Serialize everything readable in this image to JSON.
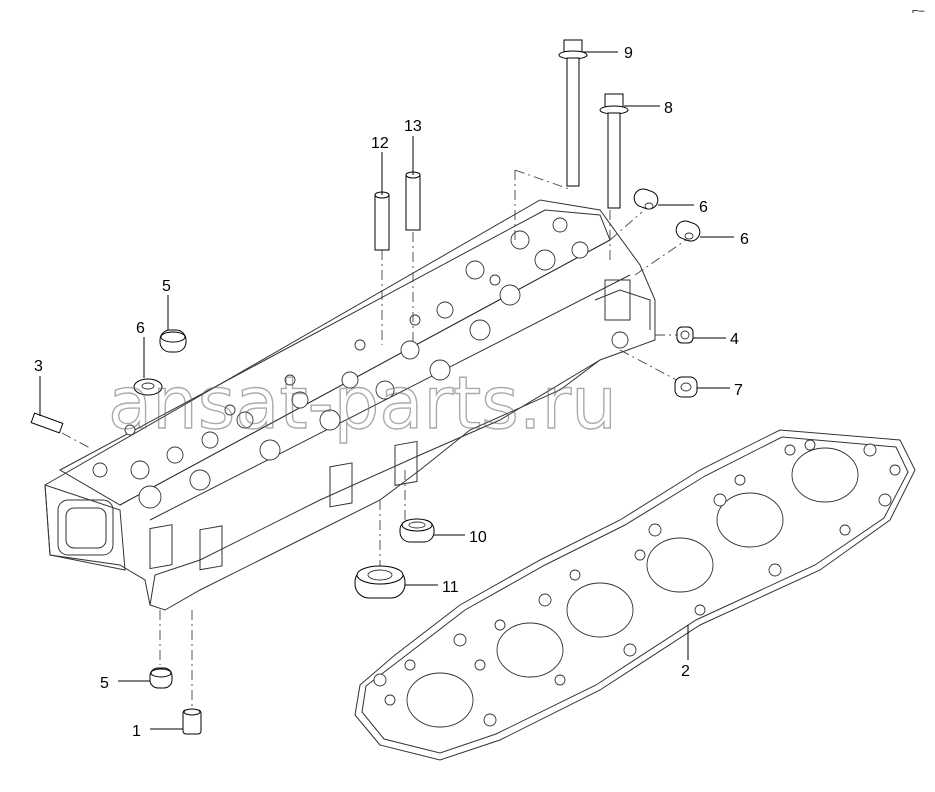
{
  "watermark": "ansat-parts.ru",
  "corner_mark": "⌐–",
  "callouts": {
    "c1": "1",
    "c2": "2",
    "c3": "3",
    "c4": "4",
    "c5a": "5",
    "c5b": "5",
    "c6a": "6",
    "c6b": "6",
    "c6c": "6",
    "c7": "7",
    "c8": "8",
    "c9": "9",
    "c10": "10",
    "c11": "11",
    "c12": "12",
    "c13": "13"
  }
}
